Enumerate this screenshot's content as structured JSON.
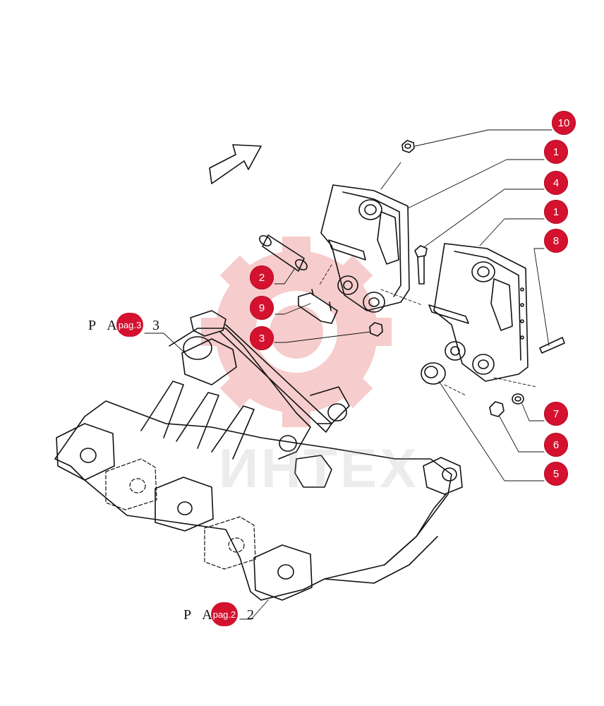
{
  "callouts": [
    {
      "id": "10",
      "label": "10"
    },
    {
      "id": "1a",
      "label": "1"
    },
    {
      "id": "4",
      "label": "4"
    },
    {
      "id": "1b",
      "label": "1"
    },
    {
      "id": "8",
      "label": "8"
    },
    {
      "id": "2",
      "label": "2"
    },
    {
      "id": "9",
      "label": "9"
    },
    {
      "id": "3",
      "label": "3"
    },
    {
      "id": "7",
      "label": "7"
    },
    {
      "id": "6",
      "label": "6"
    },
    {
      "id": "5",
      "label": "5"
    }
  ],
  "references": [
    {
      "id": "ref-3",
      "prefix": "P A",
      "badge": "pag.3",
      "suffix": "3"
    },
    {
      "id": "ref-2",
      "prefix": "P A",
      "badge": "pag.2",
      "suffix": "2"
    }
  ],
  "watermark": {
    "text": "ИНТЕХ",
    "color": "#e84a4a"
  },
  "colors": {
    "accent": "#d4122f",
    "line": "#111111"
  }
}
